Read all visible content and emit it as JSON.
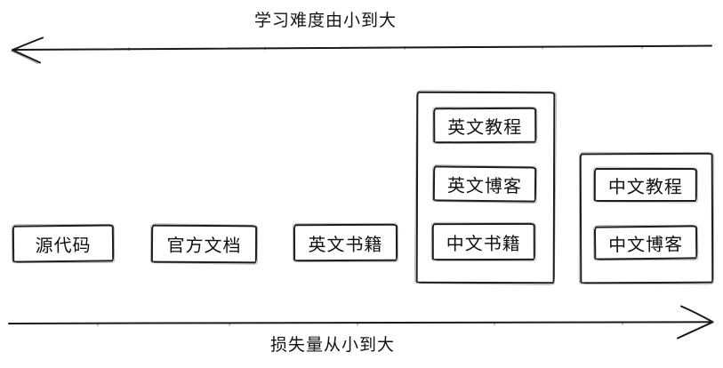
{
  "axes": {
    "top": {
      "label": "学习难度由小到大",
      "direction": "left"
    },
    "bottom": {
      "label": "损失量从小到大",
      "direction": "right"
    }
  },
  "boxes": [
    {
      "label": "源代码"
    },
    {
      "label": "官方文档"
    },
    {
      "label": "英文书籍"
    }
  ],
  "groups": [
    {
      "items": [
        {
          "label": "英文教程"
        },
        {
          "label": "英文博客"
        },
        {
          "label": "中文书籍"
        }
      ]
    },
    {
      "items": [
        {
          "label": "中文教程"
        },
        {
          "label": "中文博客"
        }
      ]
    }
  ],
  "colors": {
    "ink": "#1a1a1a",
    "background": "#ffffff"
  }
}
